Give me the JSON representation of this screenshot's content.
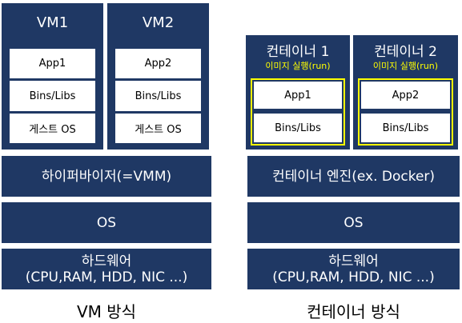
{
  "vm_side": {
    "vms": [
      {
        "title": "VM1",
        "app": "App1",
        "libs": "Bins/Libs",
        "guest_os": "게스트 OS"
      },
      {
        "title": "VM2",
        "app": "App2",
        "libs": "Bins/Libs",
        "guest_os": "게스트 OS"
      }
    ],
    "hypervisor": "하이퍼바이저(=VMM)",
    "os": "OS",
    "hardware_line1": "하드웨어",
    "hardware_line2": "(CPU,RAM, HDD, NIC ...)",
    "caption": "VM 방식"
  },
  "container_side": {
    "containers": [
      {
        "title": "컨테이너 1",
        "subtitle": "이미지 실행(run)",
        "app": "App1",
        "libs": "Bins/Libs"
      },
      {
        "title": "컨테이너 2",
        "subtitle": "이미지 실행(run)",
        "app": "App2",
        "libs": "Bins/Libs"
      }
    ],
    "engine": "컨테이너 엔진(ex. Docker)",
    "os": "OS",
    "hardware_line1": "하드웨어",
    "hardware_line2": "(CPU,RAM, HDD, NIC ...)",
    "caption": "컨테이너 방식"
  },
  "colors": {
    "layer": "#1f3864",
    "highlight": "#ffff00",
    "cell": "#ffffff"
  }
}
